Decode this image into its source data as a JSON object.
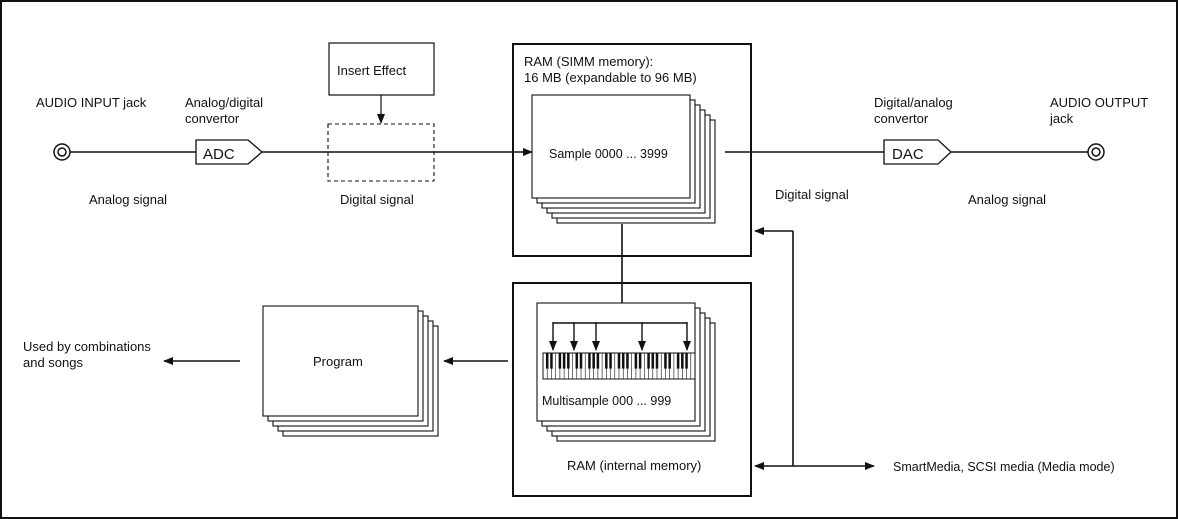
{
  "labels": {
    "audio_input_jack": "AUDIO INPUT jack",
    "adc_convertor_line1": "Analog/digital",
    "adc_convertor_line2": "convertor",
    "adc": "ADC",
    "insert_effect": "Insert Effect",
    "analog_signal_left": "Analog signal",
    "digital_signal_left": "Digital signal",
    "ram_simm_line1": "RAM (SIMM memory):",
    "ram_simm_line2": "16 MB (expandable to 96 MB)",
    "sample": "Sample 0000 ... 3999",
    "dac_convertor_line1": "Digital/analog",
    "dac_convertor_line2": "convertor",
    "dac": "DAC",
    "audio_output_line1": "AUDIO OUTPUT",
    "audio_output_line2": "jack",
    "digital_signal_right": "Digital signal",
    "analog_signal_right": "Analog signal",
    "used_by_line1": "Used by combinations",
    "used_by_line2": "and songs",
    "program": "Program",
    "multisample": "Multisample 000 ... 999",
    "ram_internal": "RAM (internal memory)",
    "media": "SmartMedia, SCSI media (Media mode)"
  }
}
